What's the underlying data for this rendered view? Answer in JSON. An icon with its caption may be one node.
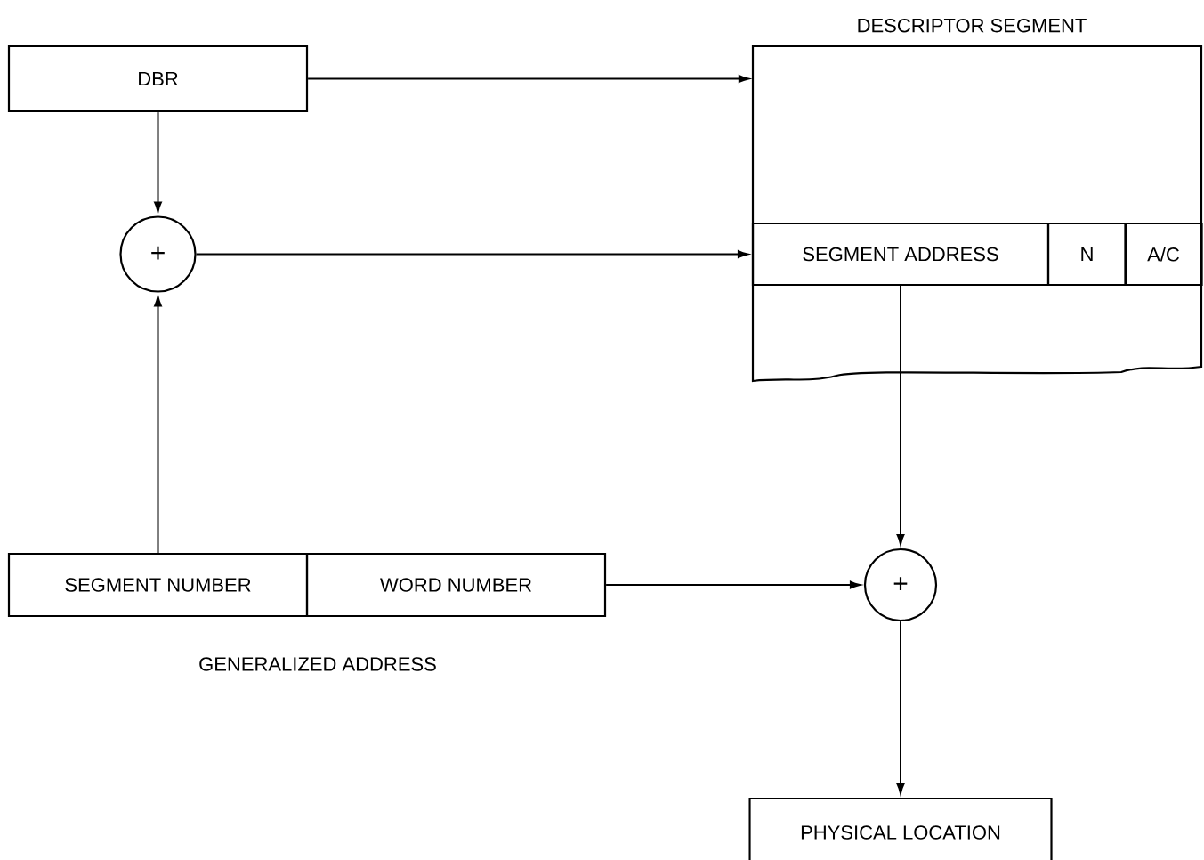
{
  "diagram": {
    "nodes": [
      {
        "text": [
          "DBR"
        ]
      },
      {
        "text": [
          "+"
        ]
      },
      {
        "text": [
          "DESCRIPTOR SEGMENT"
        ]
      },
      {
        "text": [
          "SEGMENT ADDRESS"
        ],
        "in": 2
      },
      {
        "text": [
          "N"
        ],
        "in": 2
      },
      {
        "text": [
          "A/C"
        ],
        "in": 2
      },
      {
        "text": [
          "SEGMENT NUMBER"
        ]
      },
      {
        "text": [
          "WORD NUMBER"
        ]
      },
      {
        "text": [
          "+"
        ]
      },
      {
        "text": [
          "PHYSICAL LOCATION"
        ]
      }
    ],
    "edges": [
      {
        "from": 0,
        "to": 2,
        "arrow": "to"
      },
      {
        "from": 0,
        "to": 1,
        "arrow": "to"
      },
      {
        "from": 6,
        "to": 1,
        "arrow": "to"
      },
      {
        "from": 1,
        "to": 3,
        "arrow": "to"
      },
      {
        "from": 3,
        "to": 8,
        "arrow": "to"
      },
      {
        "from": 7,
        "to": 8,
        "arrow": "to"
      },
      {
        "from": 8,
        "to": 9,
        "arrow": "to"
      }
    ],
    "labels": [
      "GENERALIZED ADDRESS"
    ]
  }
}
